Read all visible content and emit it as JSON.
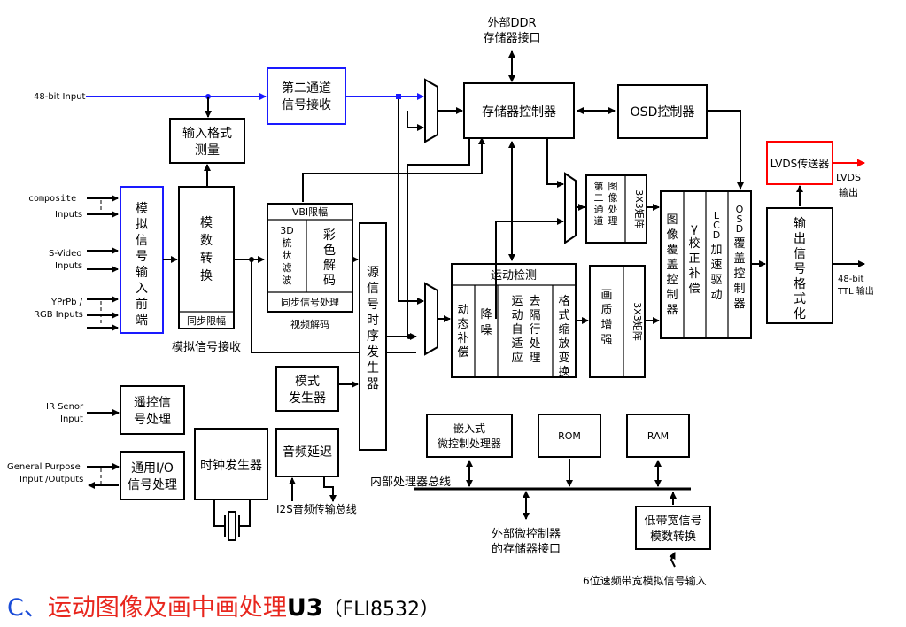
{
  "blocks": {
    "ext_ddr": [
      "外部DDR",
      "存储器接口"
    ],
    "second_channel": [
      "第二通道",
      "信号接收"
    ],
    "mem_ctrl": "存储器控制器",
    "osd_ctrl": "OSD控制器",
    "input_fmt": [
      "输入格式",
      "测量"
    ],
    "lvds_tx": "LVDS传送器",
    "lvds_out": [
      "LVDS",
      "输出"
    ],
    "analog_fe": "模拟信号输入前端",
    "adc": "模数转换",
    "adc_sync": "同步限幅",
    "analog_rx": "模拟信号接收",
    "vbi": "VBI限幅",
    "comb": "3D梳状滤波",
    "color_decode": "彩色解码",
    "sync_proc": "同步信号处理",
    "video_decode": "视频解码",
    "timing_gen": "源信号时序发生器",
    "motion": "运动检测",
    "motion_comp": "动态补偿",
    "denoise": "降噪",
    "deint": "运动自适应去隔行处理",
    "scaler": "格式缩放变换",
    "quality": "画质增强",
    "matrix2": "3X3矩阵",
    "second_image": "第二通道图像处理",
    "matrix1": "3X3矩阵",
    "overlay_ctrl": "图像覆盖控制器",
    "gamma": "γ校正补偿",
    "lcd_drive": "LCD加速驱动",
    "osd_overlay": "OSD覆盖控制器",
    "out_fmt": "输出信号格式化",
    "ttl_out": [
      "48-bit",
      "TTL 输出"
    ],
    "pattern_gen": [
      "模式",
      "发生器"
    ],
    "ir_proc": [
      "遥控信",
      "号处理"
    ],
    "gpio_proc": [
      "通用I/O",
      "信号处理"
    ],
    "clock_gen": "时钟发生器",
    "audio_delay": "音频延迟",
    "i2s_bus": "I2S音频传输总线",
    "mcu": [
      "嵌入式",
      "微控制处理器"
    ],
    "rom": "ROM",
    "ram": "RAM",
    "int_bus": "内部处理器总线",
    "ext_mcu": [
      "外部微控制器",
      "的存储器接口"
    ],
    "low_bw": [
      "低带宽信号",
      "模数转换"
    ],
    "low_bw_in": "6位速频带宽模拟信号输入"
  },
  "inputs": {
    "in48": "48-bit Input",
    "composite": "composite",
    "composite_sub": "Inputs",
    "svideo": [
      "S-Video",
      "Inputs"
    ],
    "ypbpr": [
      "YPrPb /",
      "RGB Inputs"
    ],
    "ir": [
      "IR Senor",
      "Input"
    ],
    "gpio": [
      "General Purpose",
      "Input /Outputs"
    ]
  },
  "caption": {
    "prefix": "C、",
    "title": "运动图像及画中画处理",
    "chip": "U3",
    "model": "（FLI8532）"
  },
  "colors": {
    "blue": "#1a1aff",
    "red": "#ff0000",
    "caption_red": "#e8261d",
    "caption_blue": "#1a4cd8"
  }
}
